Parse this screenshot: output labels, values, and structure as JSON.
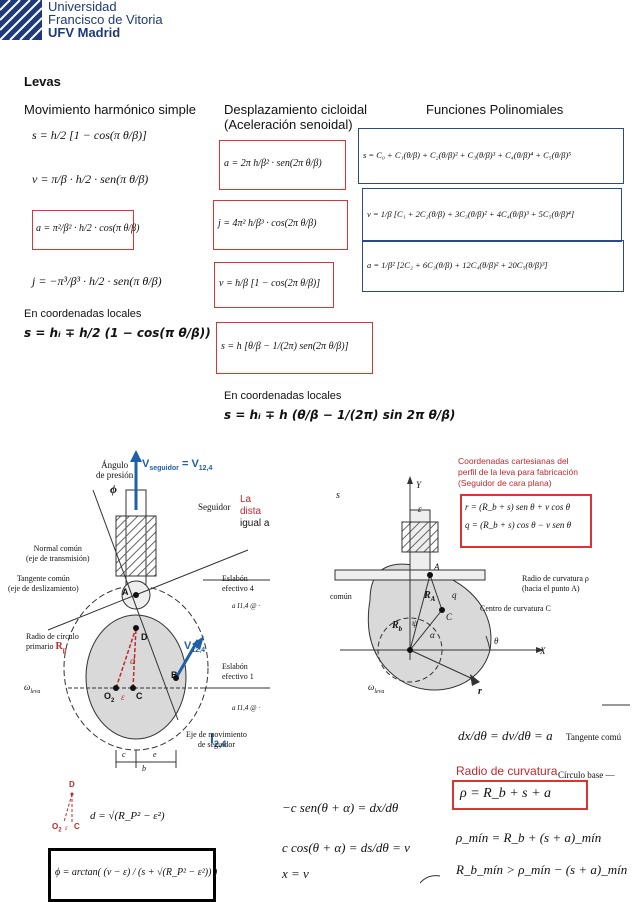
{
  "header": {
    "logo_line1": "Universidad",
    "logo_line2": "Francisco de Vitoria",
    "logo_line3": "UFV Madrid"
  },
  "page_title": "Levas",
  "columns": {
    "harmonic": "Movimiento harmónico simple",
    "cycloidal_1": "Desplazamiento cicloidal",
    "cycloidal_2": "(Aceleración senoidal)",
    "polynomial": "Funciones Polinomiales"
  },
  "harmonic_eqs": {
    "s": "s = h/2 [1 − cos(π θ/β)]",
    "v": "v = π/β · h/2 · sen(π θ/β)",
    "a": "a = π²/β² · h/2 · cos(π θ/β)",
    "j": "j = −π³/β³ · h/2 · sen(π θ/β)"
  },
  "cycloidal_eqs": {
    "a": "a = 2π h/β² · sen(2π θ/β)",
    "j": "j = 4π² h/β³ · cos(2π θ/β)",
    "v": "v = h/β [1 − cos(2π θ/β)]",
    "s": "s = h [θ/β − 1/(2π) sen(2π θ/β)]"
  },
  "poly_eqs": {
    "s": "s = C₀ + C₁(θ/β) + C₂(θ/β)² + C₃(θ/β)³ + C₄(θ/β)⁴ + C₅(θ/β)⁵",
    "v": "v = 1/β [C₁ + 2C₂(θ/β) + 3C₃(θ/β)² + 4C₄(θ/β)³ + 5C₅(θ/β)⁴]",
    "a": "a = 1/β² [2C₂ + 6C₃(θ/β) + 12C₄(θ/β)² + 20C₅(θ/β)³]"
  },
  "local_1_label": "En coordenadas locales",
  "local_1_eq": "s = hᵢ ∓ h/2 (1 − cos(π θ/β))",
  "local_2_label": "En coordenadas locales",
  "local_2_eq": "s = hᵢ ∓ h (θ/β − 1/(2π) sin 2π θ/β)",
  "diagram_left": {
    "angulo_presion_1": "Ángulo",
    "angulo_presion_2": "de presión",
    "phi": "ϕ",
    "v_seguidor": "V",
    "v_seguidor_sub": "seguidor",
    "v_seguidor_rhs": " = V",
    "v_seguidor_rhs_sub": "12,4",
    "seguidor": "Seguidor",
    "distance_1": "La dista",
    "distance_2": "igual a",
    "normal_comun_1": "Normal común",
    "normal_comun_2": "(eje de transmisión)",
    "tangente_comun_1": "Tangente común",
    "tangente_comun_2": "(eje de deslizamiento)",
    "eslabon4_1": "Eslabón",
    "eslabon4_2": "efectivo 4",
    "eslabon1_1": "Eslabón",
    "eslabon1_2": "efectivo 1",
    "i14_1": "a I1,4 @ ·",
    "i14_2": "a I1,4 @ ·",
    "radio_1": "Radio de círculo",
    "radio_2": "primario",
    "rp": "R",
    "rp_sub": "p",
    "v24": "V",
    "v24_sub": "12,4",
    "i24": "I",
    "i24_sub": "2,4",
    "omega": "ω",
    "omega_sub": "leva",
    "pt_A": "A",
    "pt_D": "D",
    "pt_B": "B",
    "pt_O2": "O",
    "pt_O2_sub": "2",
    "pt_C": "C",
    "eps": "ε",
    "d": "d",
    "eje_mov_1": "Eje de movimiento",
    "eje_mov_2": "de seguidor",
    "dim_c": "c",
    "dim_e": "e",
    "dim_b": "b"
  },
  "diagram_right": {
    "note_1": "Coordenadas cartesianas del",
    "note_2": "perfil de la leva para fabricación",
    "note_3": "(Seguidor de cara plana)",
    "r_eq": "r = (R_b + s) sen θ + v cos θ",
    "q_eq": "q = (R_b + s) cos θ − v sen θ",
    "radio_curv_1": "Radio de curvatura ρ",
    "radio_curv_2": "(hacia el punto A)",
    "centro_curv": "Centro de curvatura C",
    "comun": "común",
    "s_label": "s",
    "Y": "Y",
    "X": "X",
    "Rb": "R",
    "Rb_sub": "b",
    "RA": "R",
    "RA_sub": "A",
    "omega": "ω",
    "omega_sub": "leva",
    "r": "r",
    "eps": "ε",
    "theta": "θ",
    "alpha": "α",
    "psi": "ψ",
    "A": "A",
    "q": "q",
    "C": "C"
  },
  "deriv_eq": "dx/dθ = dv/dθ = a",
  "tangente_comu": "Tangente comú",
  "radio_curv_title": "Radio de curvatura",
  "circulo_base": "Círculo base —",
  "rho_eq": "ρ = R_b + s + a",
  "rho_min": "ρ_mín = R_b + (s + a)_mín",
  "rb_min": "R_b_mín > ρ_mín − (s + a)_mín",
  "eq_c_sen": "−c sen(θ + α) = dx/dθ",
  "eq_c_cos": "c cos(θ + α) = ds/dθ = v",
  "eq_x_v": "x = v",
  "small_D": "D",
  "small_O2": "O",
  "small_O2_sub": "2",
  "small_C": "C",
  "small_eps": "ε",
  "d_eq": "d = √(R_P² − ε²)",
  "phi_eq": "ϕ = arctan( (v − ε) / (s + √(R_P² − ε²)) )"
}
